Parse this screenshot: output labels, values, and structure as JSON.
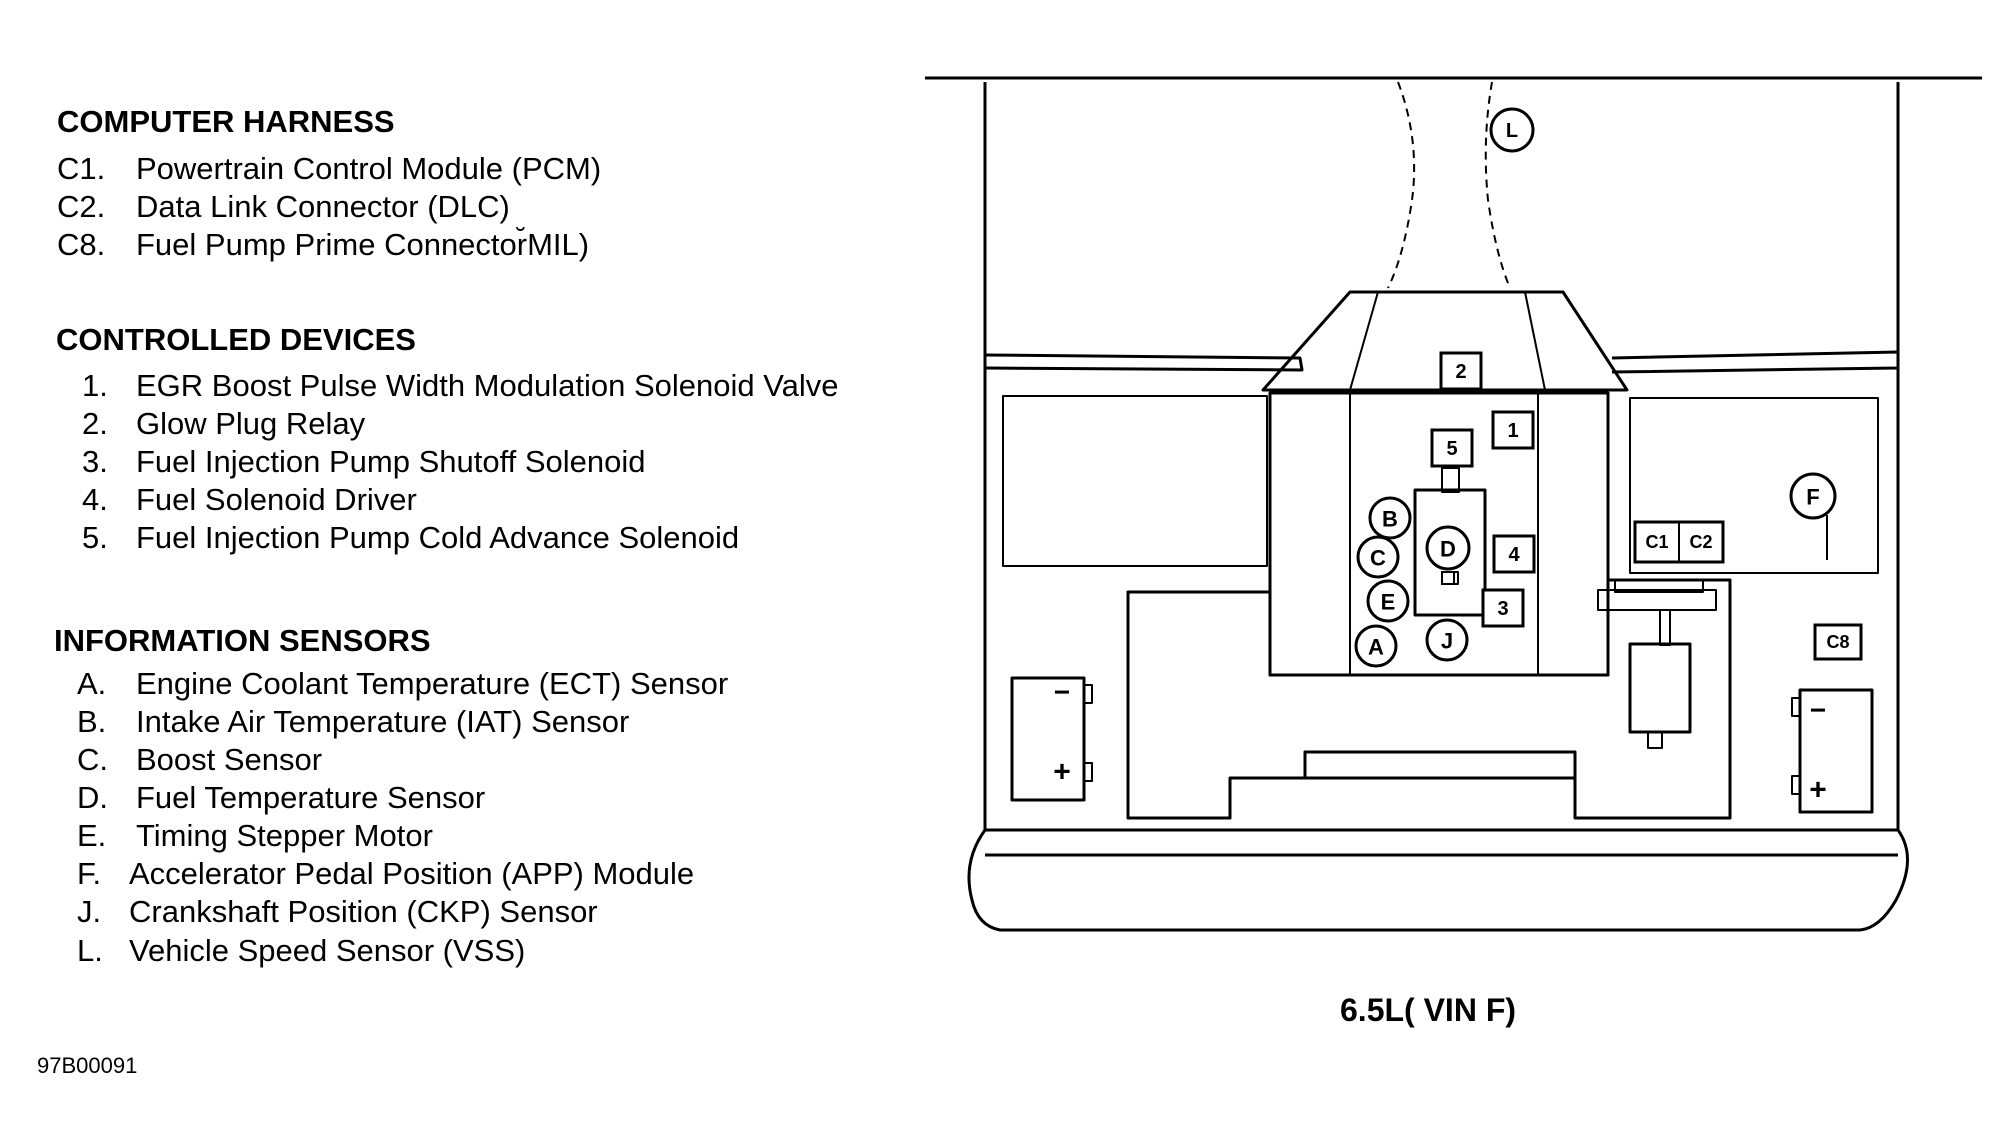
{
  "legend": {
    "computer_harness": {
      "title": "COMPUTER HARNESS",
      "items": [
        {
          "code": "C1.",
          "text": "Powertrain Control Module (PCM)"
        },
        {
          "code": "C2.",
          "text": "Data Link Connector (DLC)"
        },
        {
          "code": "C8.",
          "text": "Fuel Pump Prime Connector̆MIL)"
        }
      ]
    },
    "controlled_devices": {
      "title": "CONTROLLED DEVICES",
      "items": [
        {
          "code": "1.",
          "text": "EGR Boost Pulse Width Modulation Solenoid Valve"
        },
        {
          "code": "2.",
          "text": "Glow Plug Relay"
        },
        {
          "code": "3.",
          "text": "Fuel Injection Pump Shutoff Solenoid"
        },
        {
          "code": "4.",
          "text": "Fuel Solenoid Driver"
        },
        {
          "code": "5.",
          "text": "Fuel Injection Pump Cold Advance Solenoid"
        }
      ]
    },
    "information_sensors": {
      "title": "INFORMATION SENSORS",
      "items": [
        {
          "code": "A.",
          "text": "Engine Coolant Temperature (ECT) Sensor"
        },
        {
          "code": "B.",
          "text": "Intake Air Temperature (IAT) Sensor"
        },
        {
          "code": "C.",
          "text": "Boost Sensor"
        },
        {
          "code": "D.",
          "text": "Fuel Temperature Sensor"
        },
        {
          "code": "E.",
          "text": "Timing Stepper Motor"
        },
        {
          "code": "F.",
          "text": "Accelerator Pedal Position (APP) Module"
        },
        {
          "code": "J.",
          "text": "Crankshaft Position (CKP) Sensor"
        },
        {
          "code": "L.",
          "text": "Vehicle Speed Sensor (VSS)"
        }
      ]
    }
  },
  "diagram": {
    "caption": "6.5L( VIN F)",
    "figure_id": "97B00091",
    "square_labels": [
      "1",
      "2",
      "3",
      "4",
      "5"
    ],
    "circle_labels": [
      "A",
      "B",
      "C",
      "D",
      "E",
      "F",
      "J",
      "L"
    ],
    "connector_labels": [
      "C1",
      "C2",
      "C8"
    ],
    "battery_symbols": {
      "minus": "−",
      "plus": "+"
    }
  }
}
